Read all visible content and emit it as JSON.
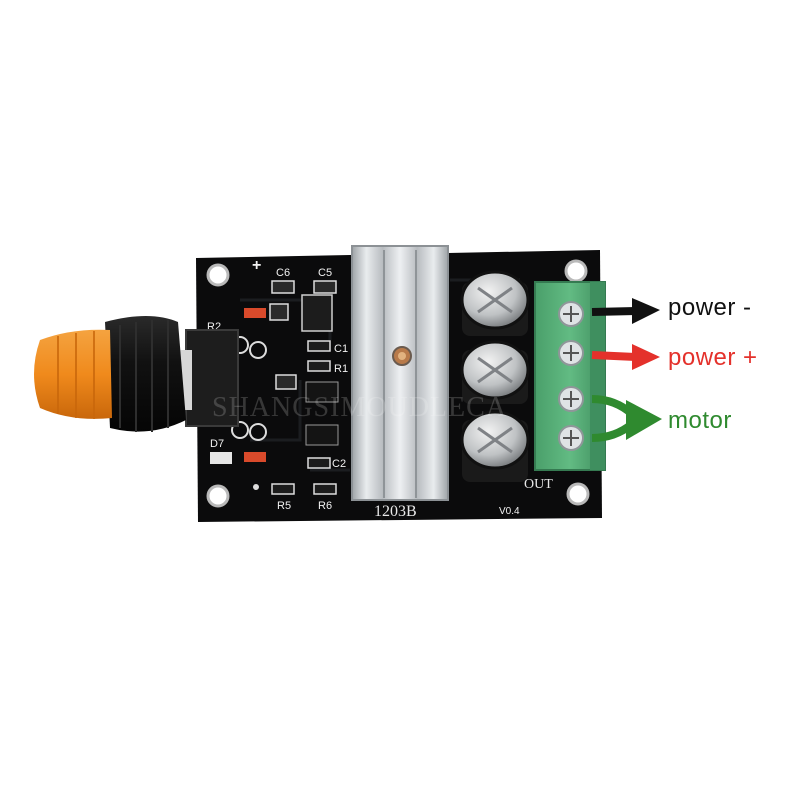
{
  "annotations": [
    {
      "id": "power-minus",
      "text": "power -",
      "color": "#111111"
    },
    {
      "id": "power-plus",
      "text": "power +",
      "color": "#e4312b"
    },
    {
      "id": "motor",
      "text": "motor",
      "color": "#2f8a2f"
    }
  ],
  "board": {
    "model": "1203B",
    "version": "V0.4",
    "output_label": "OUT",
    "plus_mark": "+",
    "components": [
      "C6",
      "C5",
      "R2",
      "C1",
      "R1",
      "D7",
      "C2",
      "R5",
      "R6"
    ]
  },
  "watermark": "SHANGSIMOUDLECA",
  "colors": {
    "pcb": "#0b0b0c",
    "terminal_block": "#58b07a",
    "heatsink": "#cfd3d6",
    "knob_cap": "#f08a1c"
  }
}
